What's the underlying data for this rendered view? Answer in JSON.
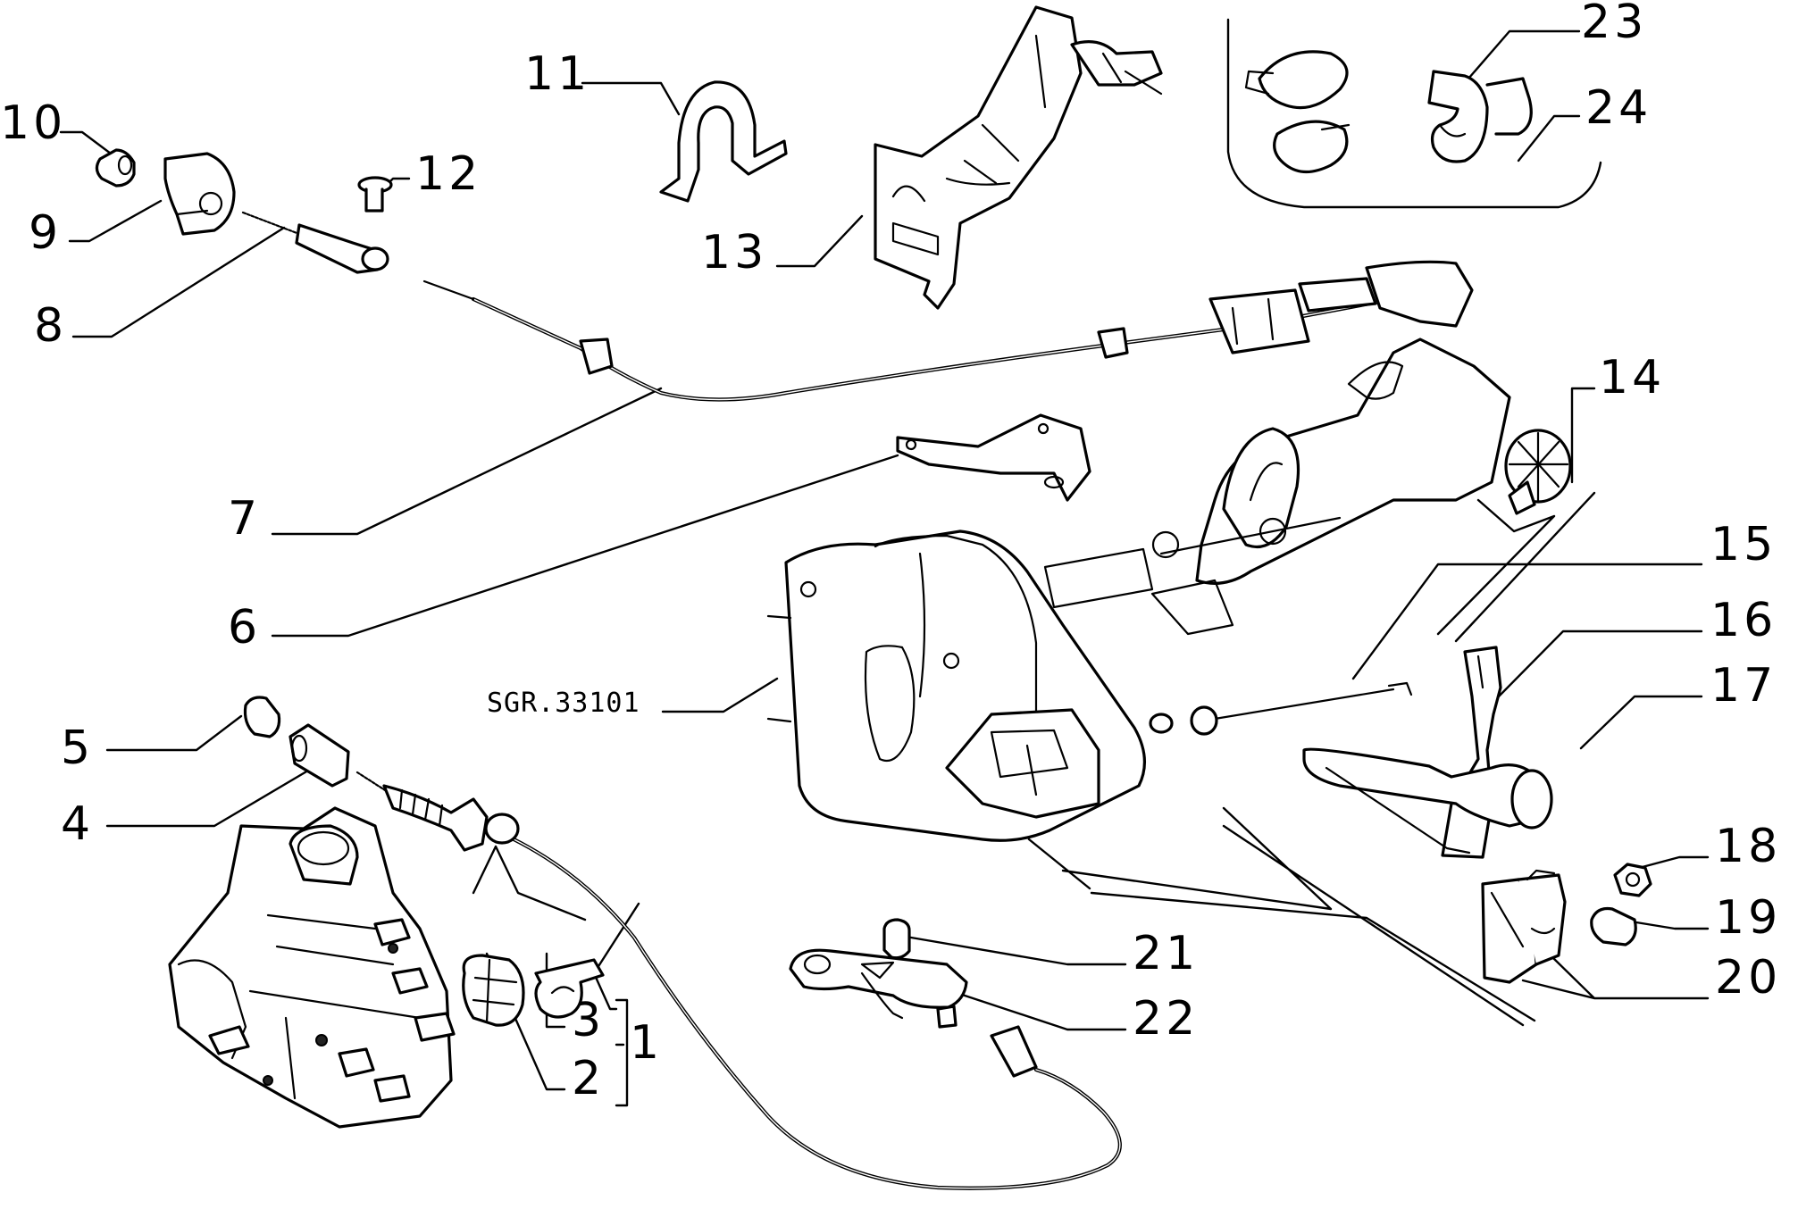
{
  "diagram": {
    "reference_code": "SGR.33101",
    "callouts": [
      {
        "id": "c1",
        "label": "1"
      },
      {
        "id": "c2",
        "label": "2"
      },
      {
        "id": "c3",
        "label": "3"
      },
      {
        "id": "c4",
        "label": "4"
      },
      {
        "id": "c5",
        "label": "5"
      },
      {
        "id": "c6",
        "label": "6"
      },
      {
        "id": "c7",
        "label": "7"
      },
      {
        "id": "c8",
        "label": "8"
      },
      {
        "id": "c9",
        "label": "9"
      },
      {
        "id": "c10",
        "label": "10"
      },
      {
        "id": "c11",
        "label": "11"
      },
      {
        "id": "c12",
        "label": "12"
      },
      {
        "id": "c13",
        "label": "13"
      },
      {
        "id": "c14",
        "label": "14"
      },
      {
        "id": "c15",
        "label": "15"
      },
      {
        "id": "c16",
        "label": "16"
      },
      {
        "id": "c17",
        "label": "17"
      },
      {
        "id": "c18",
        "label": "18"
      },
      {
        "id": "c19",
        "label": "19"
      },
      {
        "id": "c20",
        "label": "20"
      },
      {
        "id": "c21",
        "label": "21"
      },
      {
        "id": "c22",
        "label": "22"
      },
      {
        "id": "c23",
        "label": "23"
      },
      {
        "id": "c24",
        "label": "24"
      }
    ]
  }
}
